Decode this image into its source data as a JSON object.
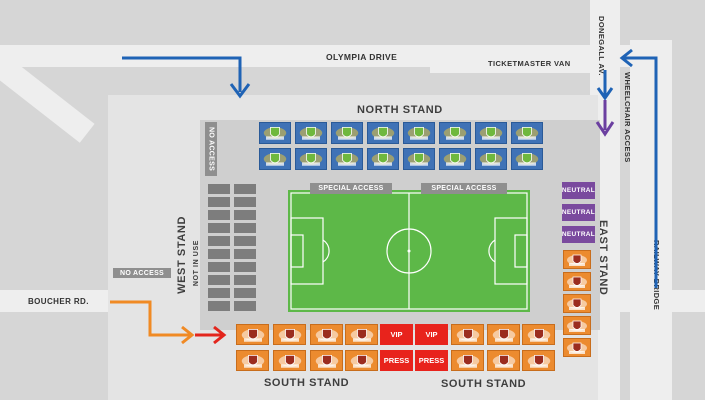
{
  "roads": {
    "olympia_drive": "OLYMPIA DRIVE",
    "ticketmaster_van": "TICKETMASTER VAN",
    "donegall_av": "DONEGALL AV.",
    "wheelchair_access": "WHEELCHAIR ACCESS",
    "railway_bridge": "RAILWAY BRIDGE",
    "boucher_rd": "BOUCHER RD."
  },
  "stands": {
    "north": "NORTH STAND",
    "west": "WEST STAND",
    "west_note": "NOT IN USE",
    "east": "EAST STAND",
    "south_left": "SOUTH STAND",
    "south_right": "SOUTH STAND"
  },
  "tags": {
    "no_access_top": "NO ACCESS",
    "no_access_left": "NO ACCESS",
    "special_access_left": "SPECIAL ACCESS",
    "special_access_right": "SPECIAL ACCESS"
  },
  "sections": {
    "vip_1": "VIP",
    "vip_2": "VIP",
    "press_1": "PRESS",
    "press_2": "PRESS",
    "neutral_1": "NEUTRAL",
    "neutral_2": "NEUTRAL",
    "neutral_3": "NEUTRAL"
  },
  "colors": {
    "north_seats": "#3f72b6",
    "south_east_seats": "#ec8b2f",
    "vip_press": "#e8231c",
    "neutral": "#7a4a9e",
    "pitch": "#5db848",
    "arrow_blue": "#1f63b5",
    "arrow_purple": "#6b3fa0",
    "arrow_orange": "#f08a24",
    "arrow_red": "#e3261d"
  }
}
